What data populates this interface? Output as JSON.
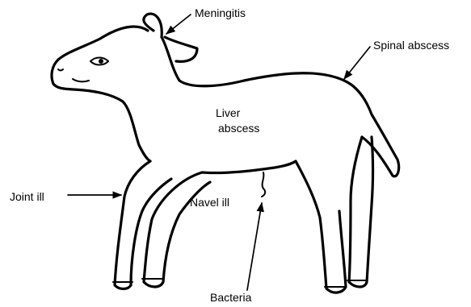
{
  "labels": {
    "meningitis": "Meningitis",
    "spinal_abscess": "Spinal abscess",
    "liver_abscess_line1": "Liver",
    "liver_abscess_line2": "abscess",
    "joint_ill": "Joint ill",
    "navel_ill": "Navel ill",
    "bacteria": "Bacteria"
  }
}
